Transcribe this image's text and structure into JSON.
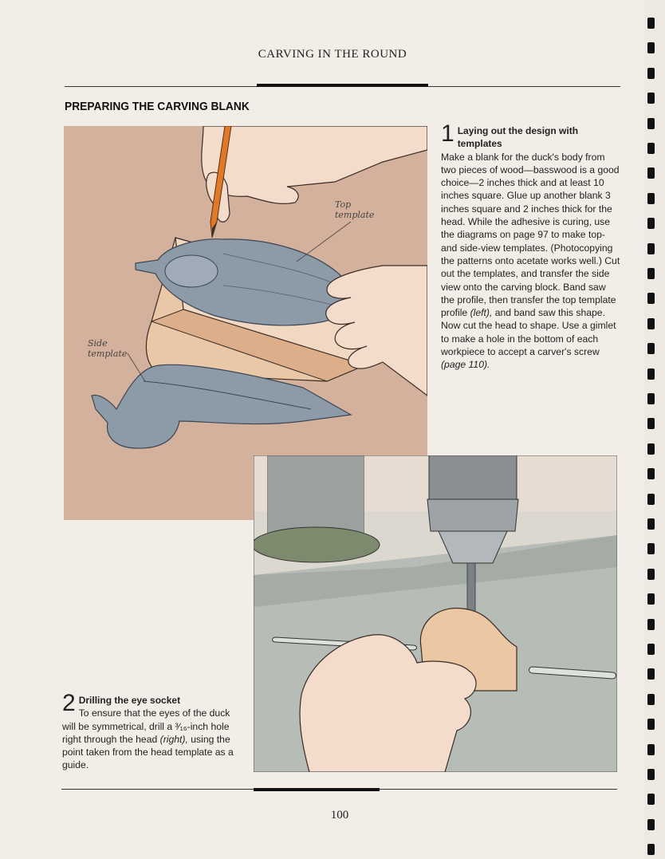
{
  "running_head": "CARVING IN THE ROUND",
  "section_title": "PREPARING THE CARVING BLANK",
  "figure1": {
    "label_top": [
      "Top",
      "template"
    ],
    "label_side": [
      "Side",
      "template"
    ]
  },
  "step1": {
    "number": "1",
    "heading": "Laying out the design with templates",
    "text_a": "Make a blank for the duck's body from two pieces of wood—basswood is a good choice—2 inches thick and at least 10 inches square. Glue up another blank 3 inches square and 2 inches thick for the head. While the adhesive is curing, use the diagrams on page 97 to make top- and side-view templates. (Photocopying the patterns onto acetate works well.) Cut out the templates, and transfer the side view onto the carving block. Band saw the profile, then transfer the top template profile ",
    "text_em1": "(left),",
    "text_b": " and band saw this shape. Now cut the head to shape. Use a gimlet to make a hole in the bottom of each workpiece to accept a carver's screw ",
    "text_em2": "(page 110)."
  },
  "step2": {
    "number": "2",
    "heading": "Drilling the eye socket",
    "text_a": "To ensure that the eyes of the duck will be symmetrical, drill a ³⁄₁₆-inch hole right through the head ",
    "text_em1": "(right),",
    "text_b": " using the point taken from the head template as a guide."
  },
  "folio": "100"
}
